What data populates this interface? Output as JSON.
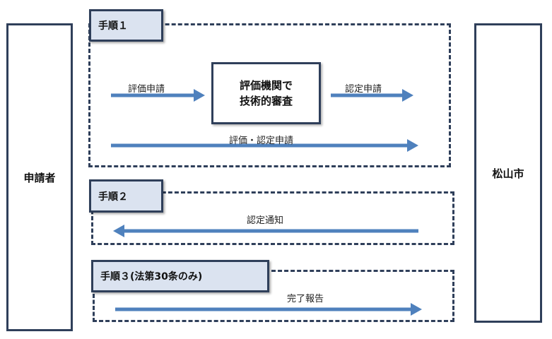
{
  "actors": {
    "applicant": "申請者",
    "city": "松山市"
  },
  "steps": {
    "step1": "手順１",
    "step2": "手順２",
    "step3": "手順３(法第30条のみ)"
  },
  "review_node": {
    "line1": "評価機関で",
    "line2": "技術的審査"
  },
  "arrows": {
    "evaluation_request": "評価申請",
    "certification_request": "認定申請",
    "evaluation_certification_request": "評価・認定申請",
    "certification_notice": "認定通知",
    "completion_report": "完了報告"
  },
  "colors": {
    "arrow": "#4f81bd",
    "border": "#2f3f5a",
    "step_fill": "#dbe3f0"
  }
}
